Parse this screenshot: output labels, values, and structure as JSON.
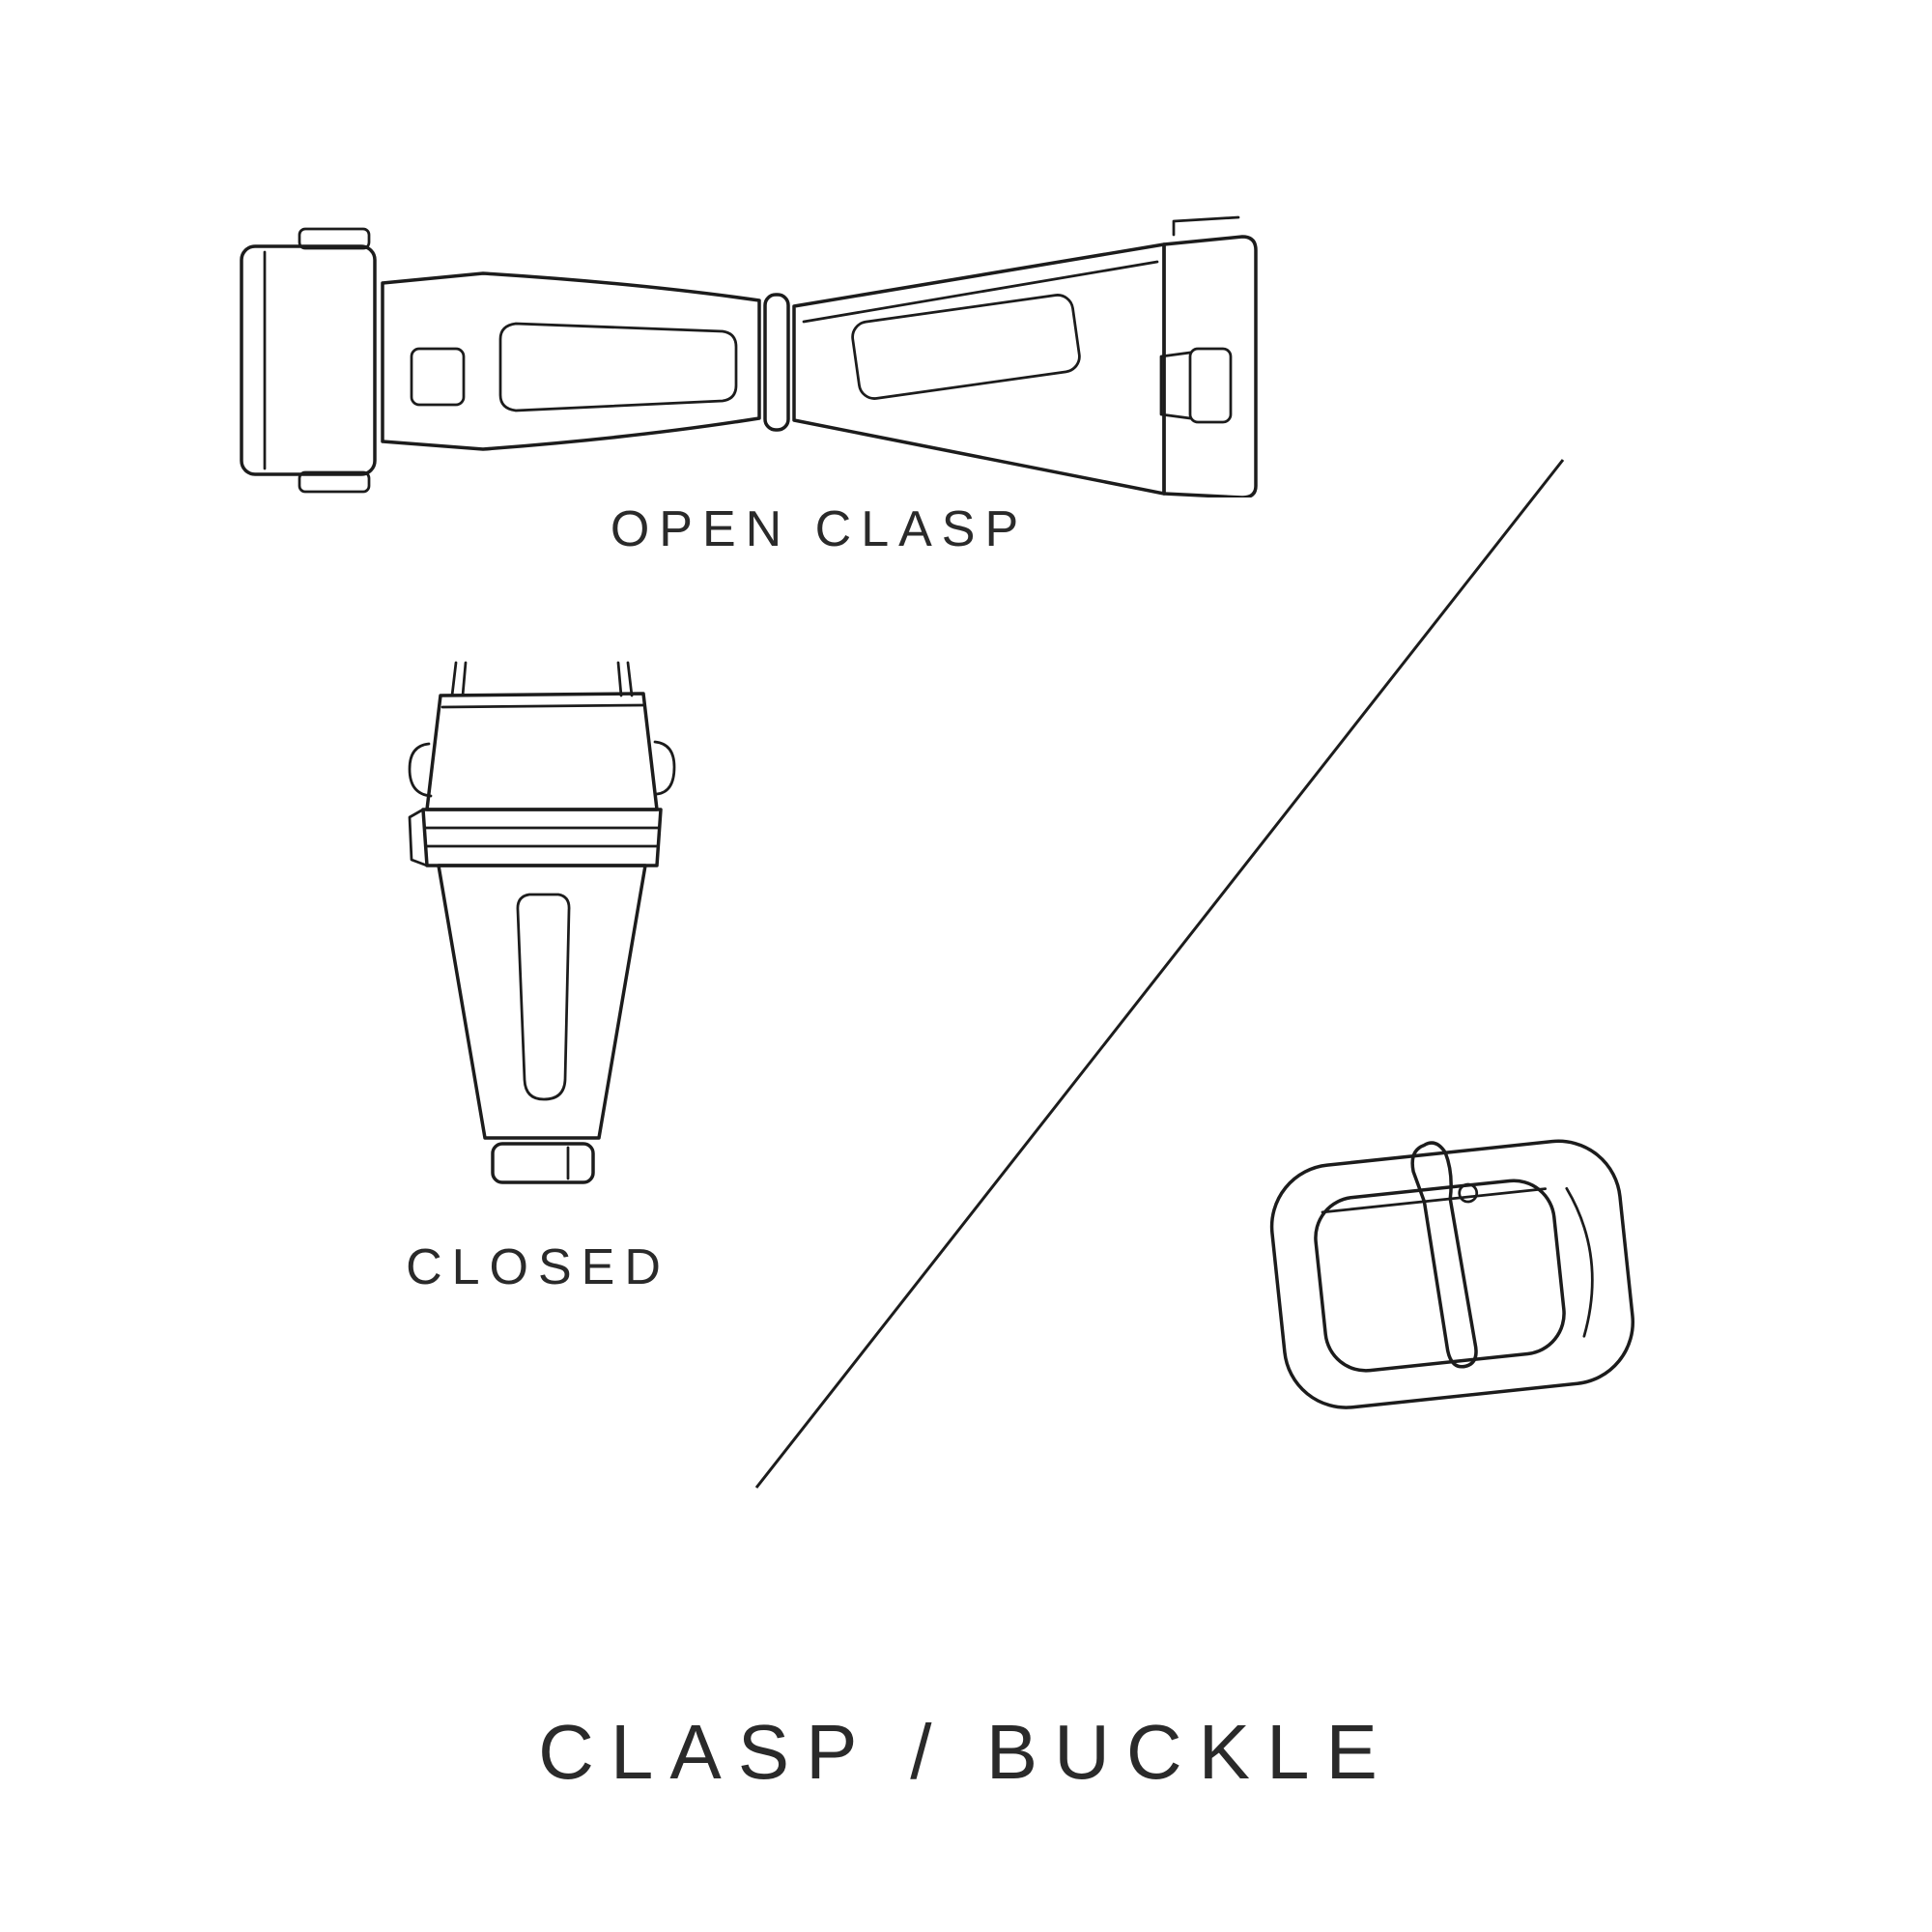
{
  "page": {
    "background_color": "#ffffff",
    "line_color": "#1c1c1c",
    "text_color": "#2a2a2a"
  },
  "diagram": {
    "title": "CLASP / BUCKLE",
    "labels": {
      "open_clasp": "OPEN CLASP",
      "closed": "CLOSED"
    },
    "illustrations": [
      {
        "name": "open-clasp-illustration",
        "caption": "OPEN CLASP"
      },
      {
        "name": "closed-clasp-illustration",
        "caption": "CLOSED"
      },
      {
        "name": "tang-buckle-illustration",
        "caption": ""
      }
    ]
  }
}
